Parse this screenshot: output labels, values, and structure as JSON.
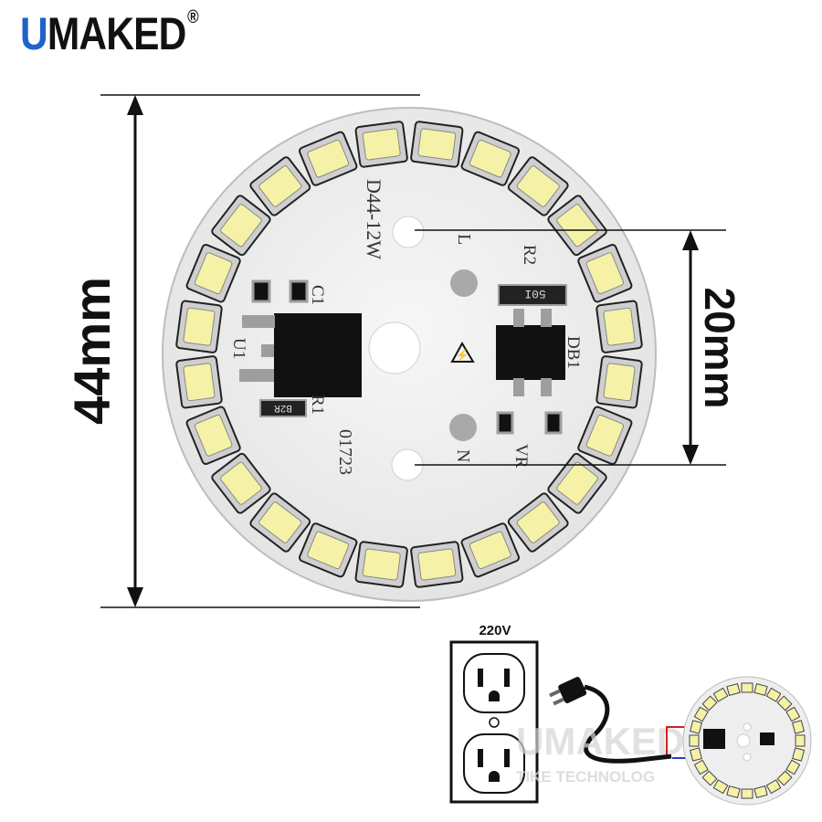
{
  "brand": {
    "first": "U",
    "rest": "MAKED",
    "reg": "®"
  },
  "dimensions": {
    "diameter": "44mm",
    "hole_spacing": "20mm"
  },
  "board": {
    "model": "D44-12W",
    "code": "01723",
    "labels": {
      "l": "L",
      "n": "N",
      "r1": "R1",
      "r2": "R2",
      "c1": "C1",
      "u1": "U1",
      "db1": "DB1",
      "vr": "VR"
    },
    "resistor_top": "50I",
    "resistor_bottom": "B2R",
    "led_count": 24,
    "colors": {
      "pcb": "#f1f1f1",
      "led_frame": "#cfcfcf",
      "led_phosphor": "#f5f2a8",
      "ic": "#111111"
    }
  },
  "wiring": {
    "voltage": "220V",
    "watermark": "UMAKED",
    "watermark_sub": "TIKE TECHNOLOG",
    "wire_colors": {
      "live": "#d22020",
      "neutral": "#2040c0"
    }
  }
}
